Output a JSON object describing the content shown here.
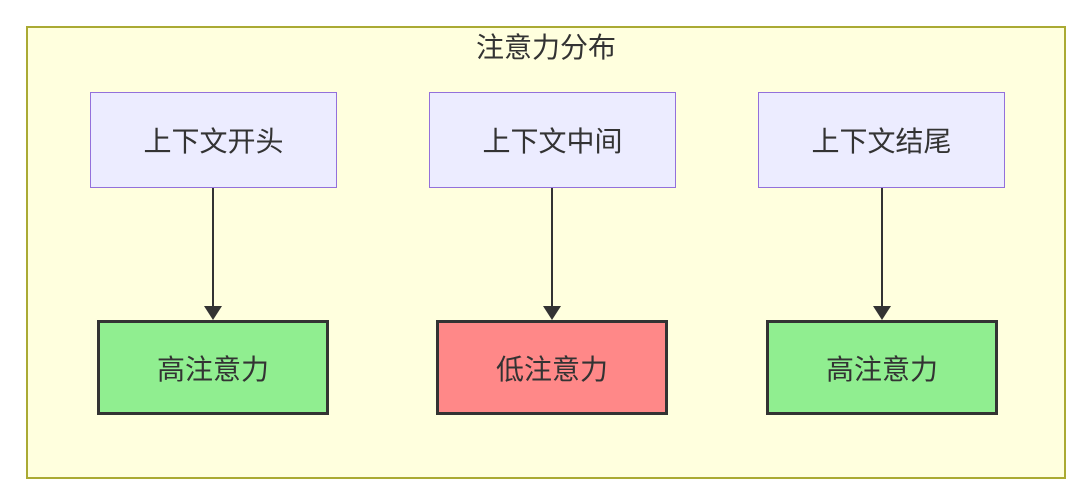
{
  "diagram": {
    "title": "注意力分布",
    "columns": [
      {
        "source": "上下文开头",
        "result": "高注意力",
        "level": "high"
      },
      {
        "source": "上下文中间",
        "result": "低注意力",
        "level": "low"
      },
      {
        "source": "上下文结尾",
        "result": "高注意力",
        "level": "high"
      }
    ],
    "colors": {
      "canvas_bg": "#ffffff",
      "container_bg": "#ffffde",
      "container_border": "#aaaa33",
      "source_node_bg": "#ececff",
      "source_node_border": "#9370db",
      "high_attention_bg": "#90ee90",
      "low_attention_bg": "#ff8888",
      "result_node_border": "#333333",
      "arrow_color": "#333333",
      "text_color": "#333333"
    }
  }
}
